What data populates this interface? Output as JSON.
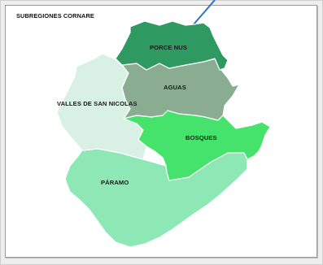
{
  "map": {
    "title": "SUBREGIONES CORNARE",
    "regions": [
      {
        "id": "porce-nus",
        "label": "PORCE NUS",
        "color": "#2e9a62"
      },
      {
        "id": "aguas",
        "label": "AGUAS",
        "color": "#8aad92"
      },
      {
        "id": "valles",
        "label": "VALLES DE SAN NICOLAS",
        "color": "#d8f1e4"
      },
      {
        "id": "bosques",
        "label": "BOSQUES",
        "color": "#46e36c"
      },
      {
        "id": "paramo",
        "label": "PÁRAMO",
        "color": "#8ee8b6"
      }
    ],
    "pointer_color": "#2b74c9"
  }
}
